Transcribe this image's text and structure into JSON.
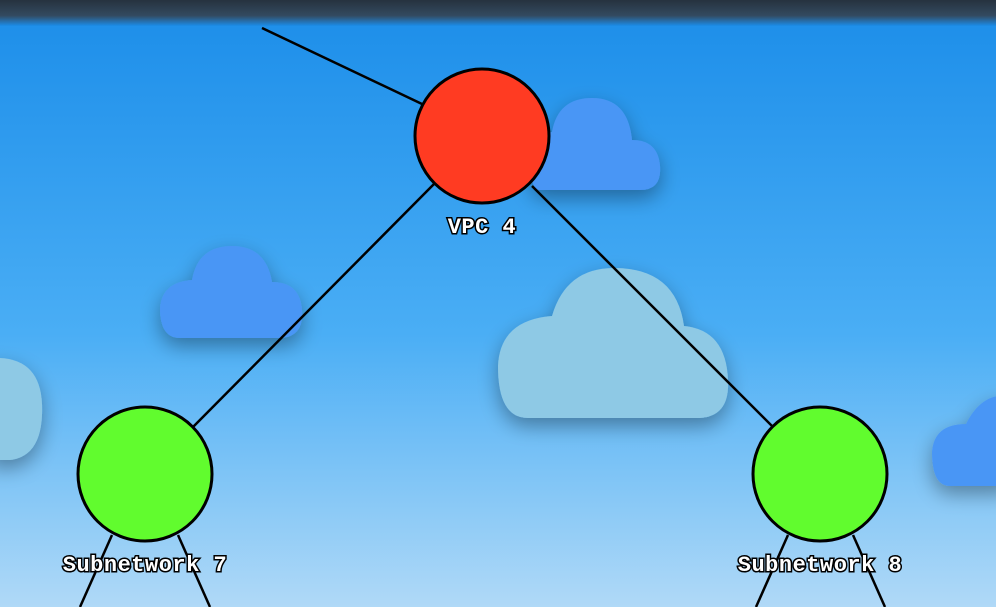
{
  "diagram": {
    "type": "network-tree",
    "nodes": [
      {
        "id": "vpc4",
        "label": "VPC 4",
        "color": "#ff3b22"
      },
      {
        "id": "subnet7",
        "label": "Subnetwork 7",
        "color": "#61fc2e"
      },
      {
        "id": "subnet8",
        "label": "Subnetwork 8",
        "color": "#61fc2e"
      }
    ],
    "edges": [
      {
        "from": "parent-offscreen",
        "to": "vpc4"
      },
      {
        "from": "vpc4",
        "to": "subnet7"
      },
      {
        "from": "vpc4",
        "to": "subnet8"
      },
      {
        "from": "subnet7",
        "to": "child-offscreen-left"
      },
      {
        "from": "subnet7",
        "to": "child-offscreen-right"
      },
      {
        "from": "subnet8",
        "to": "child-offscreen-left"
      },
      {
        "from": "subnet8",
        "to": "child-offscreen-right"
      }
    ]
  },
  "colors": {
    "sky_top": "#1a8ee8",
    "sky_bottom": "#a9d6f7",
    "top_bar": "#2a3a4a",
    "cloud_blue": "#4a96f5",
    "cloud_light": "#8cc8e6",
    "vpc_node": "#ff3b22",
    "subnet_node": "#61fc2e"
  }
}
